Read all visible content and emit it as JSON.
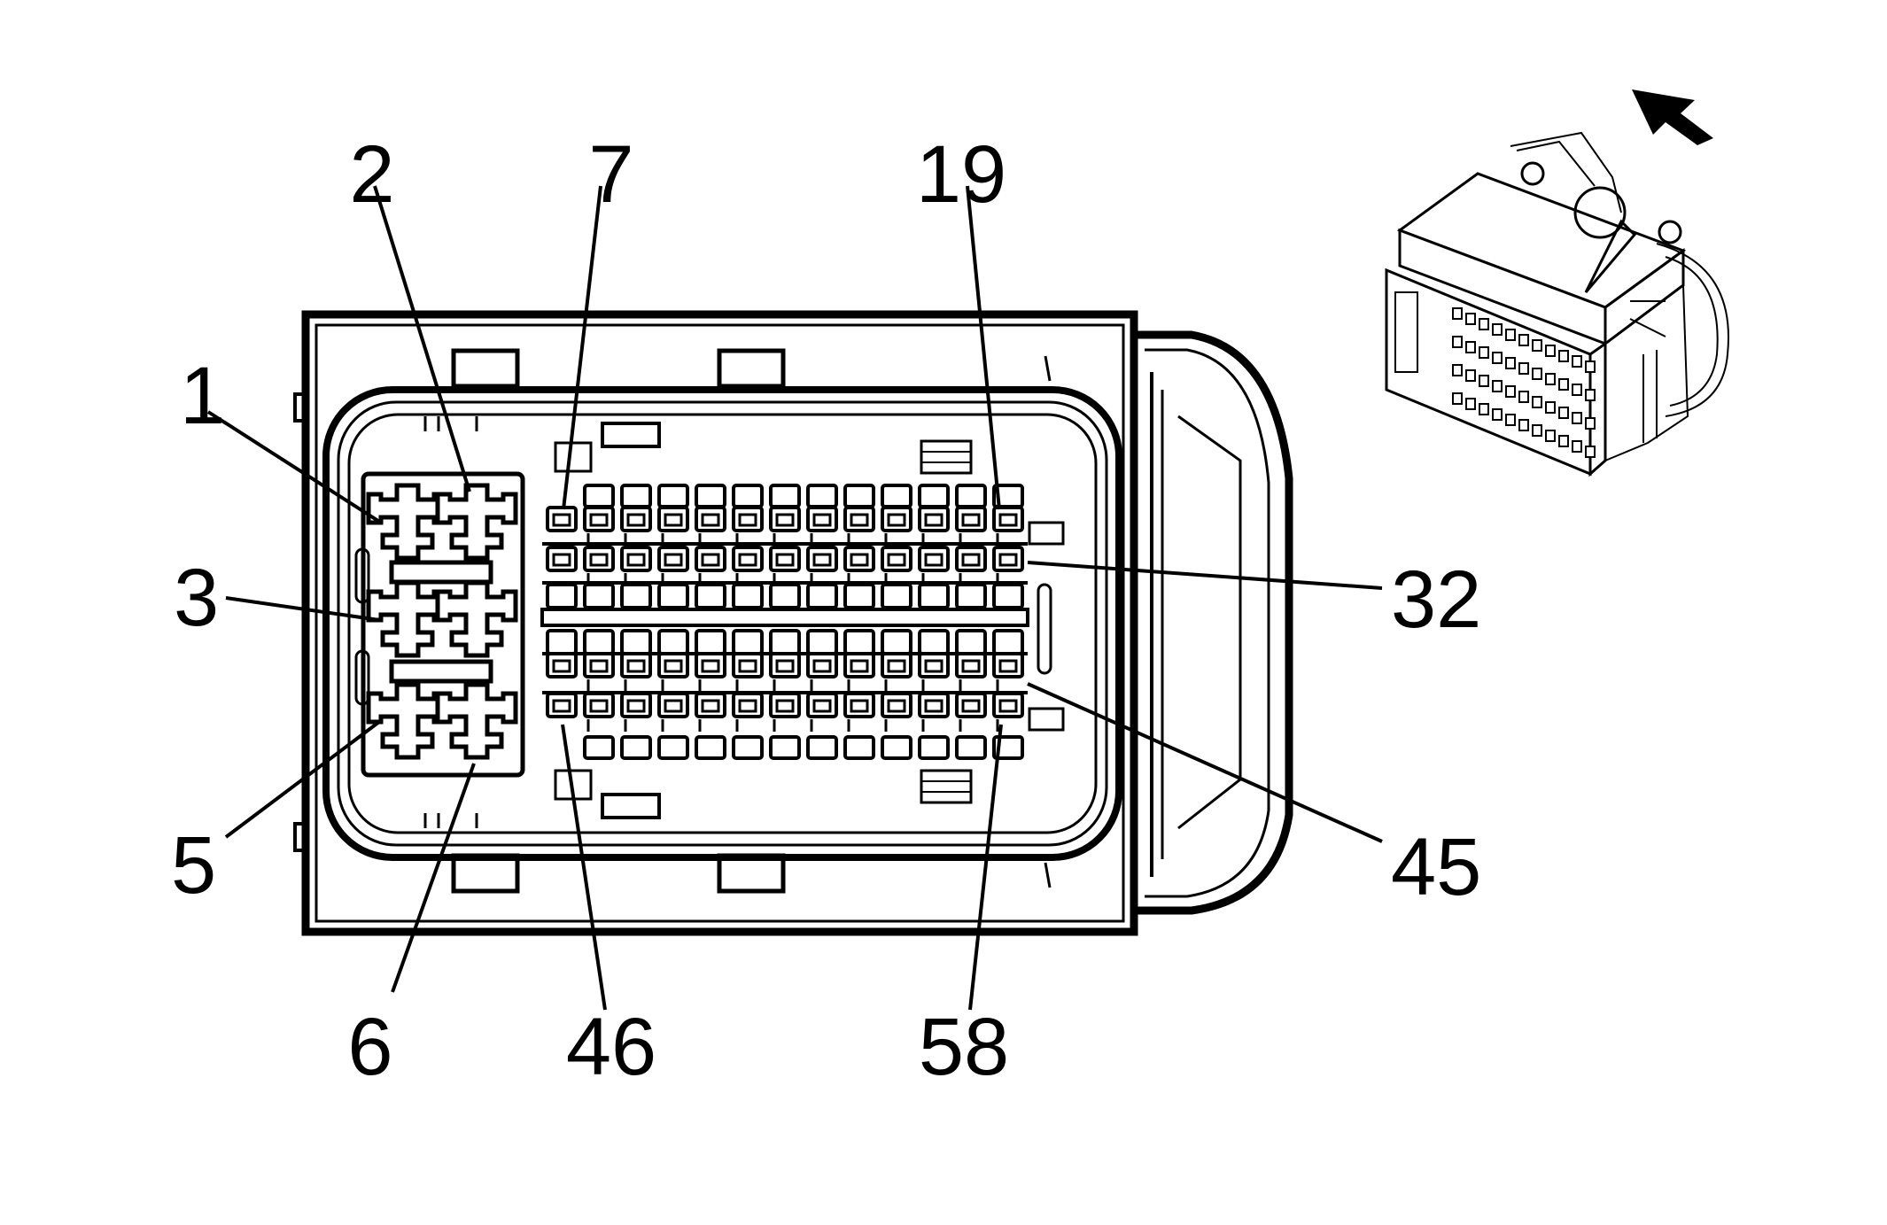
{
  "view_arrow_icon": "arrow-up-left-icon",
  "pin_labels": [
    {
      "id": "1",
      "text": "1"
    },
    {
      "id": "2",
      "text": "2"
    },
    {
      "id": "3",
      "text": "3"
    },
    {
      "id": "5",
      "text": "5"
    },
    {
      "id": "6",
      "text": "6"
    },
    {
      "id": "7",
      "text": "7"
    },
    {
      "id": "19",
      "text": "19"
    },
    {
      "id": "32",
      "text": "32"
    },
    {
      "id": "45",
      "text": "45"
    },
    {
      "id": "46",
      "text": "46"
    },
    {
      "id": "58",
      "text": "58"
    }
  ]
}
